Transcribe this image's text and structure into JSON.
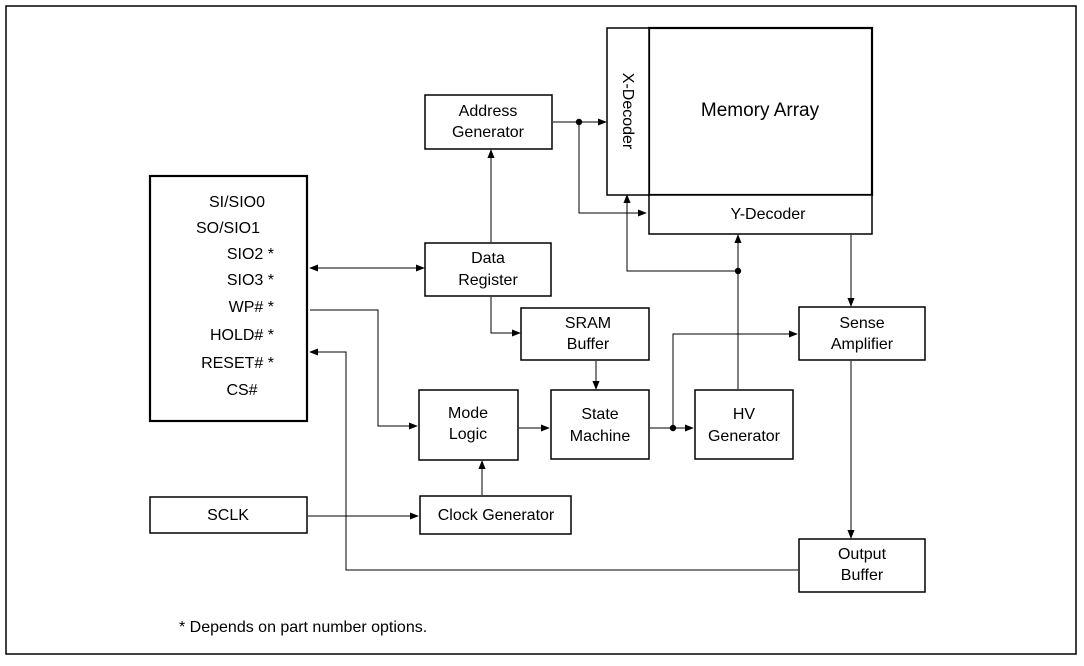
{
  "pins": [
    "SI/SIO0",
    "SO/SIO1",
    "SIO2 *",
    "SIO3 *",
    "WP# *",
    "HOLD# *",
    "RESET# *",
    "CS#"
  ],
  "blocks": {
    "address_generator": [
      "Address",
      "Generator"
    ],
    "data_register": [
      "Data",
      "Register"
    ],
    "sram_buffer": [
      "SRAM",
      "Buffer"
    ],
    "mode_logic": [
      "Mode",
      "Logic"
    ],
    "state_machine": [
      "State",
      "Machine"
    ],
    "hv_generator": [
      "HV",
      "Generator"
    ],
    "clock_generator": "Clock Generator",
    "sclk": "SCLK",
    "x_decoder": "X-Decoder",
    "memory_array": "Memory Array",
    "y_decoder": "Y-Decoder",
    "sense_amplifier": [
      "Sense",
      "Amplifier"
    ],
    "output_buffer": [
      "Output",
      "Buffer"
    ]
  },
  "footnote": "* Depends on part number options."
}
